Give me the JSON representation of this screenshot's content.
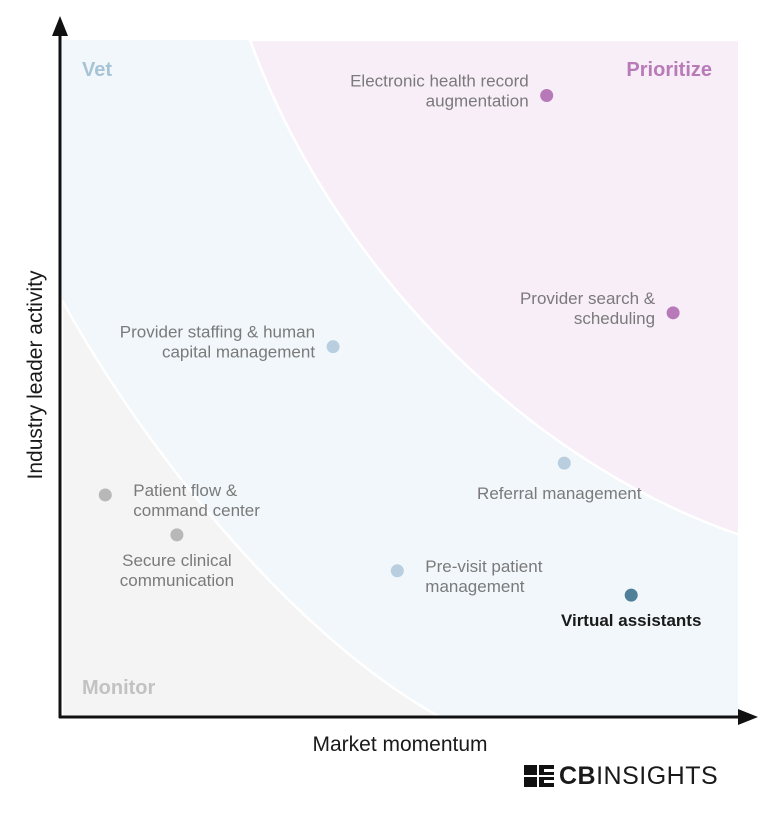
{
  "chart_data": {
    "type": "scatter",
    "xlabel": "Market momentum",
    "ylabel": "Industry leader activity",
    "xlim": [
      0,
      100
    ],
    "ylim": [
      0,
      100
    ],
    "grid": false,
    "zones": [
      {
        "name": "Prioritize",
        "color": "#b87bb8",
        "fill": "#f8eef8"
      },
      {
        "name": "Vet",
        "color": "#a7c3d6",
        "fill": "#f1f7fa"
      },
      {
        "name": "Monitor",
        "color": "#c2c2c2",
        "fill": "#f4f4f4"
      }
    ],
    "points": [
      {
        "label": "Electronic health record\naugmentation",
        "x": 71.7,
        "y": 91.8,
        "zone": "Prioritize",
        "color": "#b879b9",
        "label_pos": "left"
      },
      {
        "label": "Provider search &\nscheduling",
        "x": 90.4,
        "y": 59.7,
        "zone": "Prioritize",
        "color": "#b879b9",
        "label_pos": "left"
      },
      {
        "label": "Provider staffing & human\ncapital management",
        "x": 40.1,
        "y": 54.7,
        "zone": "Vet",
        "color": "#b9cfdf",
        "label_pos": "left"
      },
      {
        "label": "Referral management",
        "x": 74.3,
        "y": 37.5,
        "zone": "Vet",
        "color": "#b9cfdf",
        "label_pos": "below-left"
      },
      {
        "label": "Pre-visit patient\nmanagement",
        "x": 49.6,
        "y": 21.6,
        "zone": "Vet",
        "color": "#b9cfdf",
        "label_pos": "right"
      },
      {
        "label": "Virtual assistants",
        "x": 84.2,
        "y": 18.0,
        "zone": "Vet",
        "color": "#4f7f99",
        "label_pos": "below",
        "emphasis": true
      },
      {
        "label": "Patient flow &\ncommand center",
        "x": 6.4,
        "y": 32.8,
        "zone": "Monitor",
        "color": "#b8b8b8",
        "label_pos": "right"
      },
      {
        "label": "Secure clinical\ncommunication",
        "x": 17.0,
        "y": 26.9,
        "zone": "Monitor",
        "color": "#b8b8b8",
        "label_pos": "below"
      }
    ]
  },
  "brand": {
    "bold": "CB",
    "rest": "INSIGHTS",
    "logo_icon": "cb-insights-logo-icon"
  }
}
